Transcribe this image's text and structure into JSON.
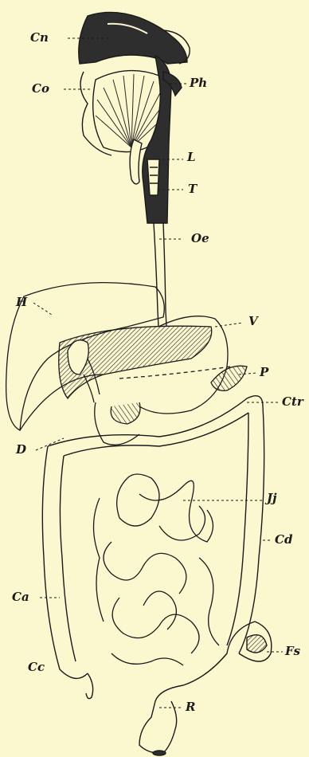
{
  "diagram": {
    "labels": {
      "cn": "Cn",
      "co": "Co",
      "ph": "Ph",
      "l": "L",
      "t": "T",
      "oe": "Oe",
      "h": "H",
      "v": "V",
      "p": "P",
      "ctr": "Ctr",
      "d": "D",
      "jj": "Jj",
      "ca": "Ca",
      "cd": "Cd",
      "fs": "Fs",
      "cc": "Cc",
      "r": "R"
    }
  }
}
